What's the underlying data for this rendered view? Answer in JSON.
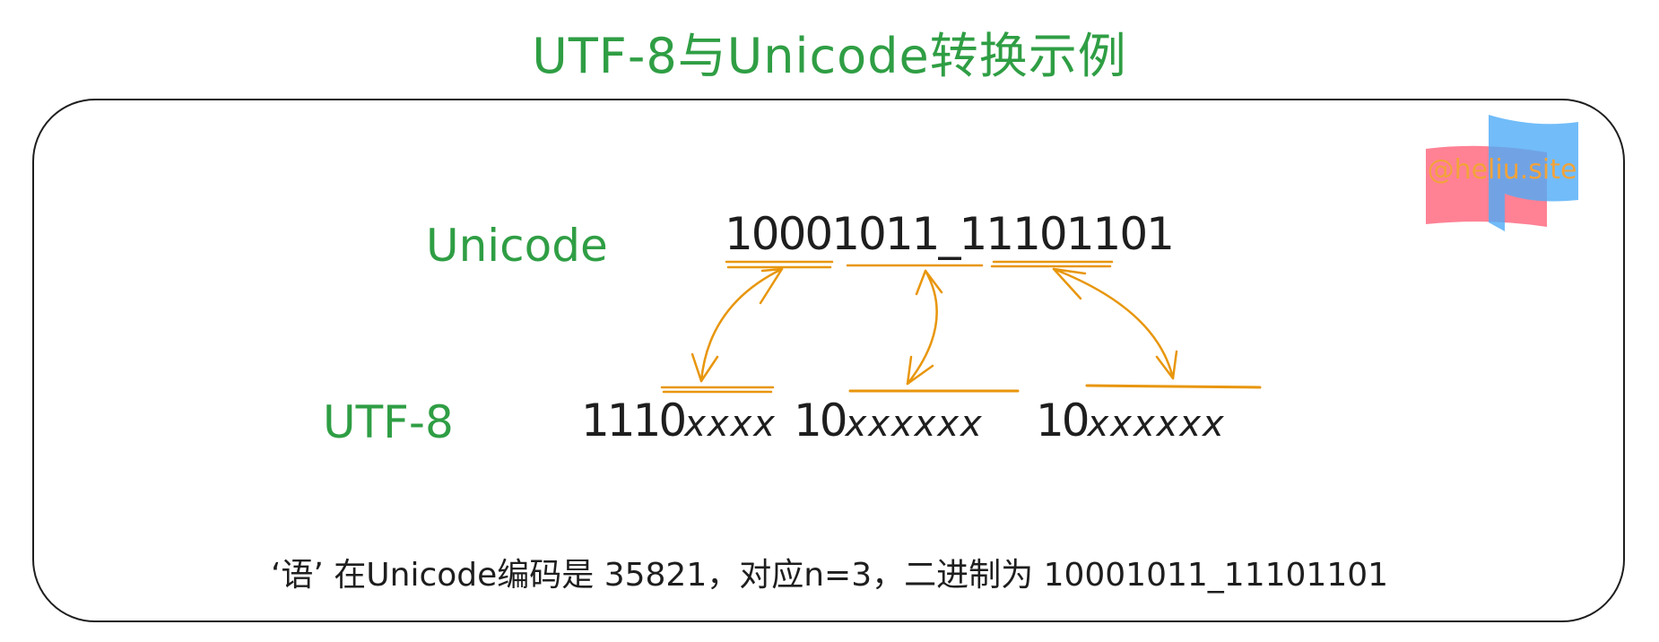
{
  "title": "UTF-8与Unicode转换示例",
  "labels": {
    "unicode": "Unicode",
    "utf8": "UTF-8"
  },
  "unicode_bits": "10001011_11101101",
  "utf8_groups": [
    {
      "prefix": "1110",
      "fill": "xxxx"
    },
    {
      "prefix": "10",
      "fill": "xxxxxx"
    },
    {
      "prefix": "10",
      "fill": "xxxxxx"
    }
  ],
  "caption": "‘语’ 在Unicode编码是 35821，对应n=3，二进制为 10001011_11101101",
  "watermark": "@heliu.site",
  "colors": {
    "accent_green": "#2f9e44",
    "arrow_orange": "#e8960c",
    "logo_red": "#ff6b81",
    "logo_blue": "#4dabf7",
    "ink": "#1e1e1e"
  }
}
